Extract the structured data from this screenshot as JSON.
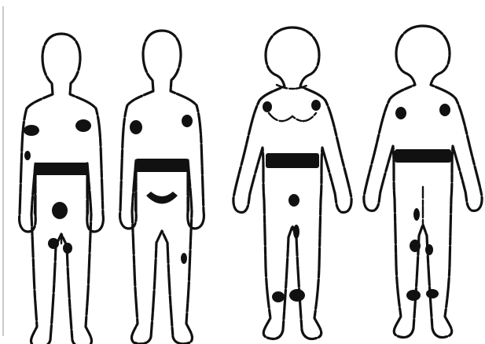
{
  "figures": [
    {
      "name": "male-front",
      "view": "front",
      "sex": "male"
    },
    {
      "name": "male-back",
      "view": "back",
      "sex": "male"
    },
    {
      "name": "female-front",
      "view": "front",
      "sex": "female"
    },
    {
      "name": "female-back",
      "view": "back",
      "sex": "female"
    }
  ],
  "colors": {
    "ink": "#111111",
    "paper": "#ffffff",
    "edge": "#c9c9c9"
  }
}
